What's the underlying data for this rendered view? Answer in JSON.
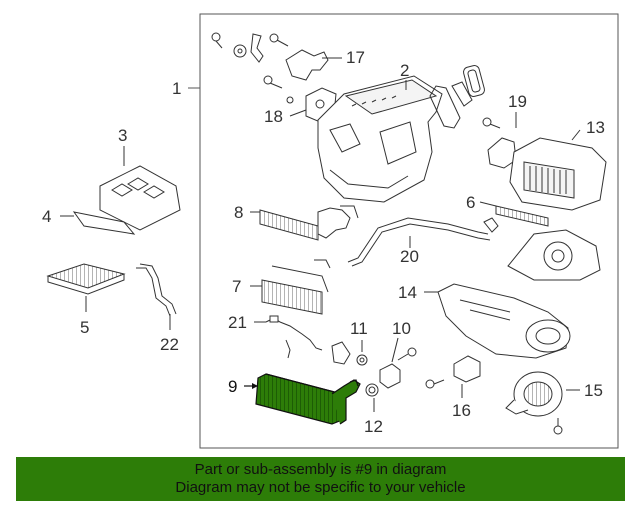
{
  "callouts": {
    "c1": "1",
    "c2": "2",
    "c3": "3",
    "c4": "4",
    "c5": "5",
    "c6": "6",
    "c7": "7",
    "c8": "8",
    "c9": "9",
    "c10": "10",
    "c11": "11",
    "c12": "12",
    "c13": "13",
    "c14": "14",
    "c15": "15",
    "c16": "16",
    "c17": "17",
    "c18": "18",
    "c19": "19",
    "c20": "20",
    "c21": "21",
    "c22": "22"
  },
  "highlight_color": "#2d7d08",
  "banner": {
    "line1": "Part or sub-assembly is #9 in diagram",
    "line2": "Diagram may not be specific to your vehicle"
  }
}
